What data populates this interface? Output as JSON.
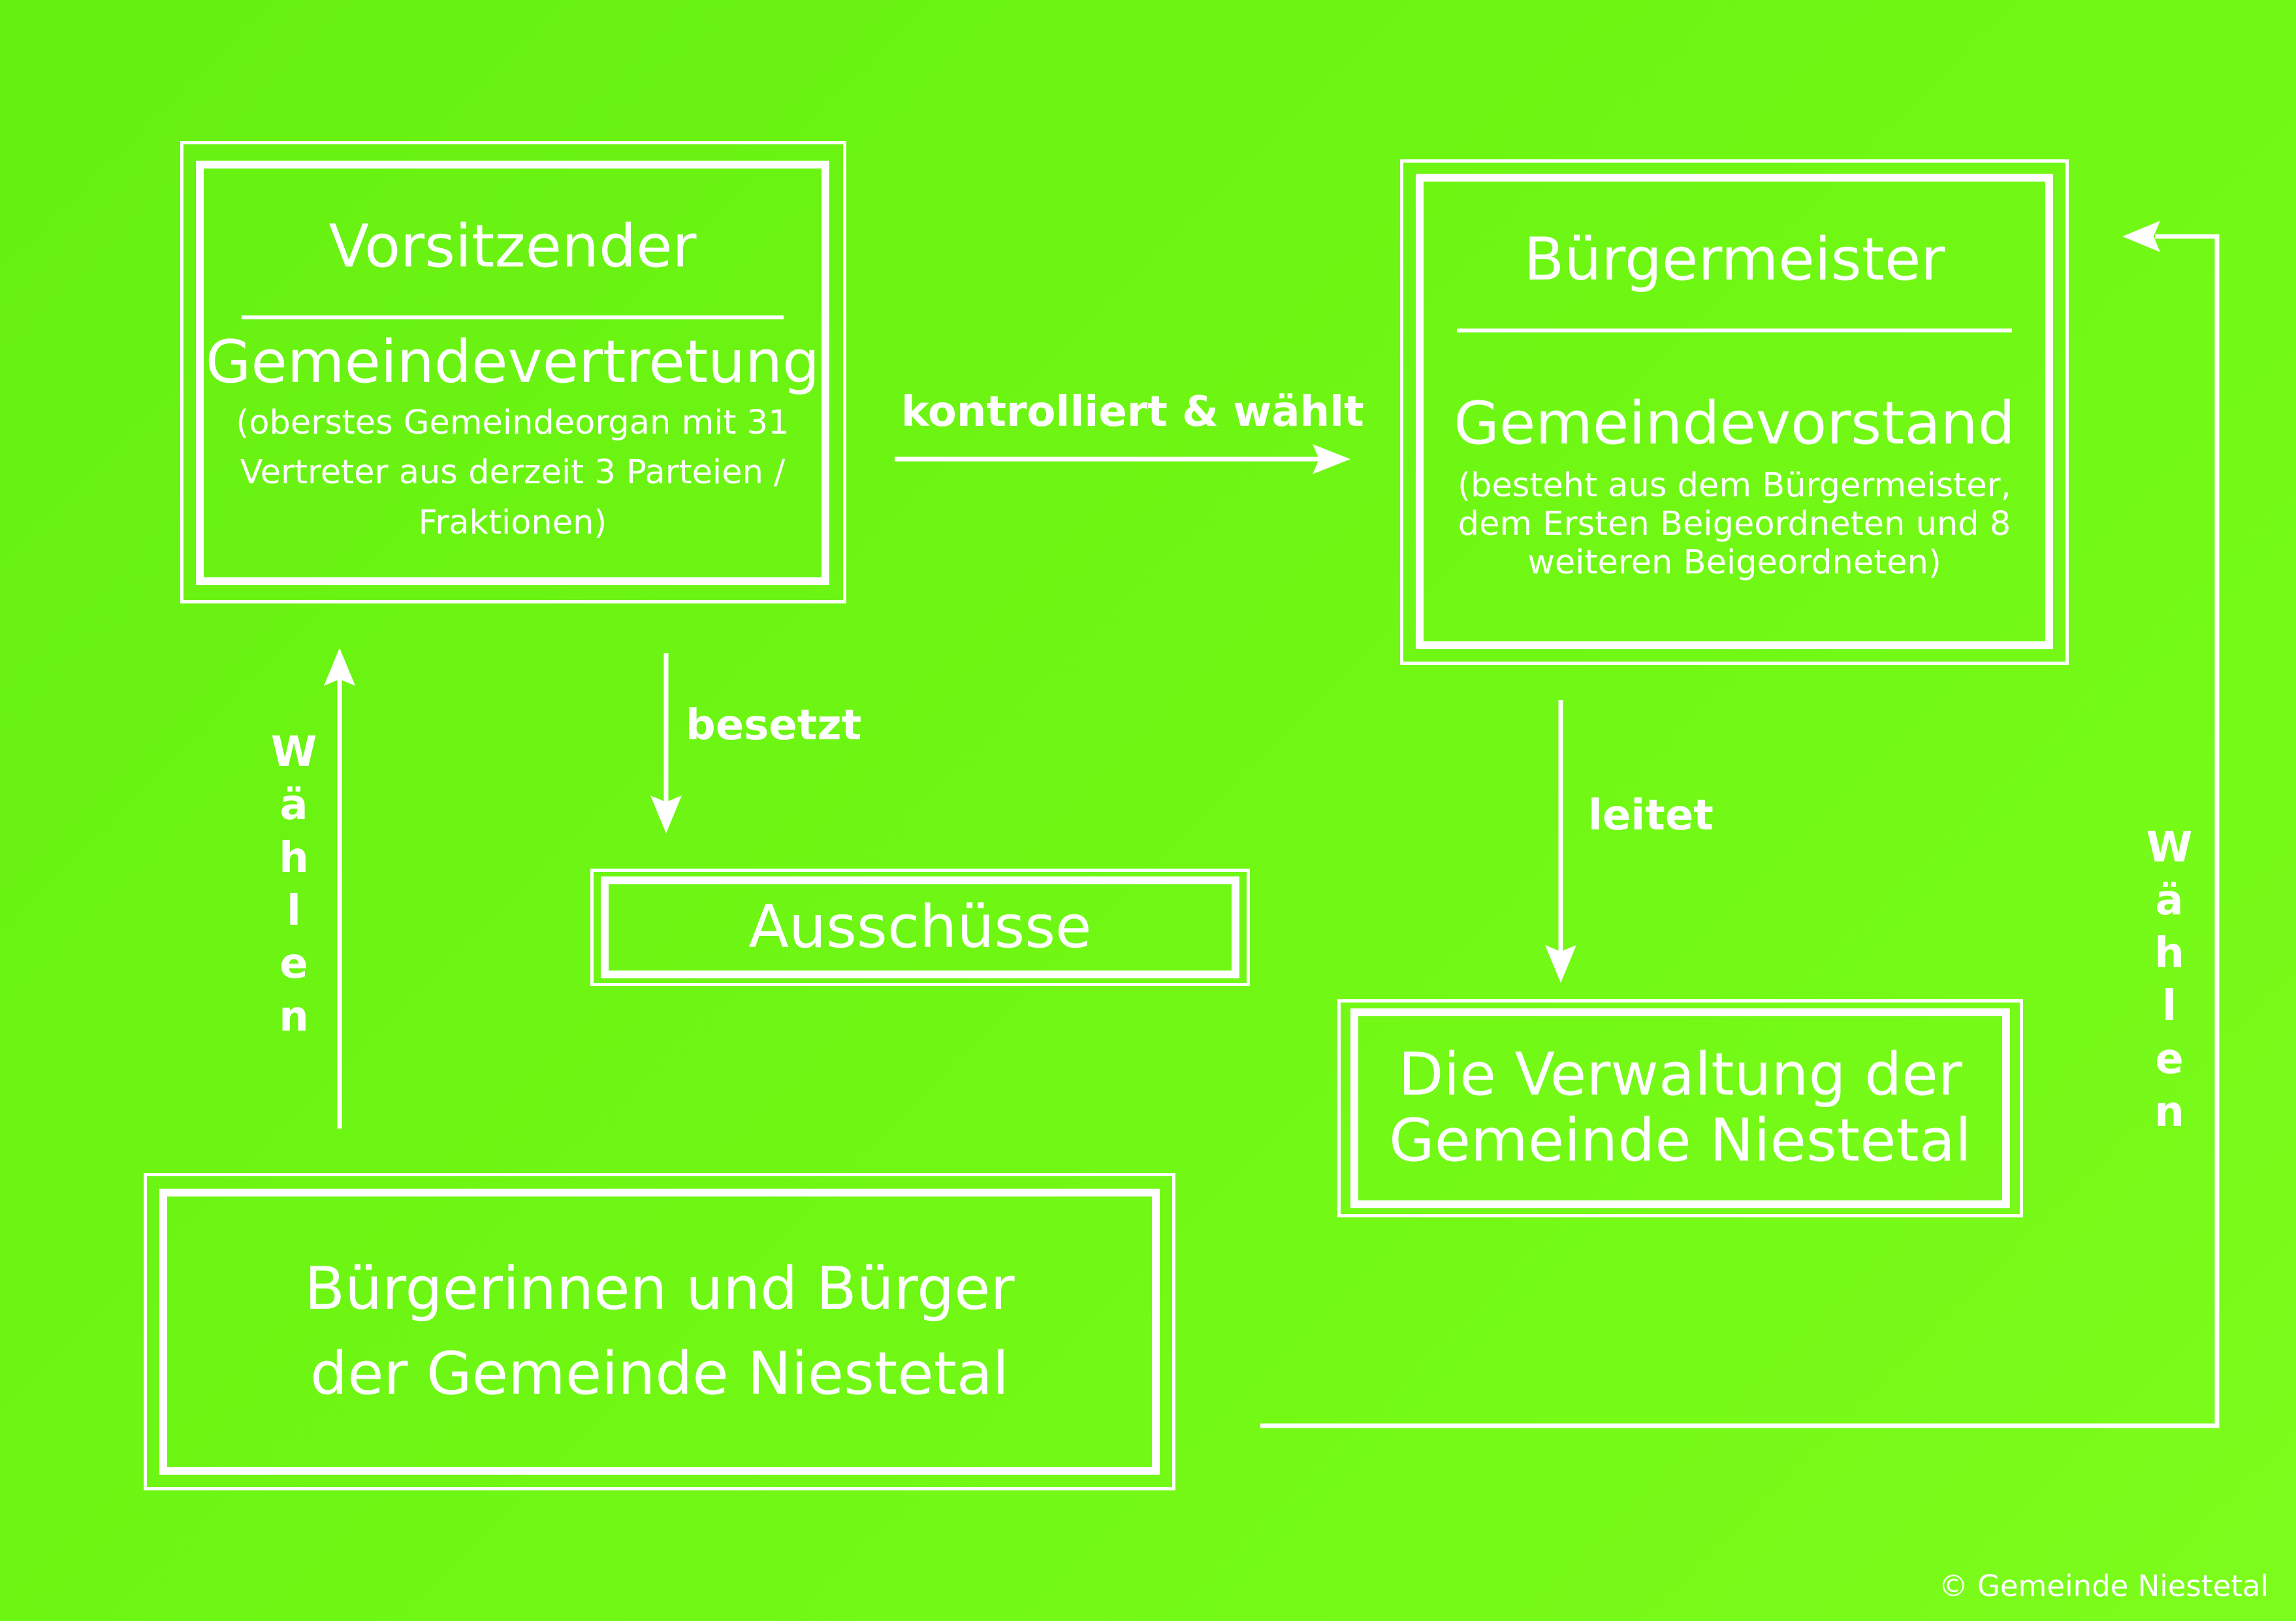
{
  "nodes": {
    "vertretung": {
      "top_title": "Vorsitzender",
      "title": "Gemeindevertretung",
      "description": "(oberstes Gemeindeorgan mit 31 Vertreter aus derzeit 3 Parteien / Fraktionen)"
    },
    "vorstand": {
      "top_title": "Bürgermeister",
      "title": "Gemeindevorstand",
      "description": "(besteht aus dem Bürgermeister, dem Ersten Beigeordneten und 8 weiteren Beigeordneten)"
    },
    "ausschuesse": {
      "title": "Ausschüsse"
    },
    "verwaltung": {
      "line1": "Die Verwaltung der",
      "line2": "Gemeinde Niestetal"
    },
    "buerger": {
      "line1": "Bürgerinnen und Bürger",
      "line2": "der Gemeinde Niestetal"
    }
  },
  "edges": {
    "kontrolliert": "kontrolliert & wählt",
    "besetzt": "besetzt",
    "leitet": "leitet",
    "waehlen_left": "Wählen",
    "waehlen_right": "Wählen"
  },
  "credit": "© Gemeinde Niestetal"
}
